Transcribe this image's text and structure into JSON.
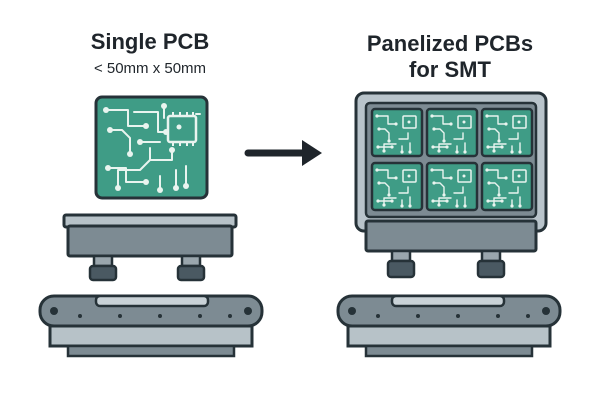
{
  "left_panel": {
    "title": "Single PCB",
    "subtitle": "< 50mm x 50mm"
  },
  "right_panel": {
    "title_line1": "Panelized PCBs",
    "title_line2": "for SMT",
    "panel_rows": 2,
    "panel_cols": 3
  },
  "colors": {
    "pcb_green": "#3f9c86",
    "trace": "#e9f4ef",
    "outline": "#263238",
    "machine_gray": "#7d8b93",
    "machine_light": "#b7c2c8",
    "panel_frame": "#b9c4cb",
    "background": "#ffffff"
  },
  "icons": {
    "arrow": "right-arrow-icon",
    "chip": "ic-chip-icon"
  }
}
